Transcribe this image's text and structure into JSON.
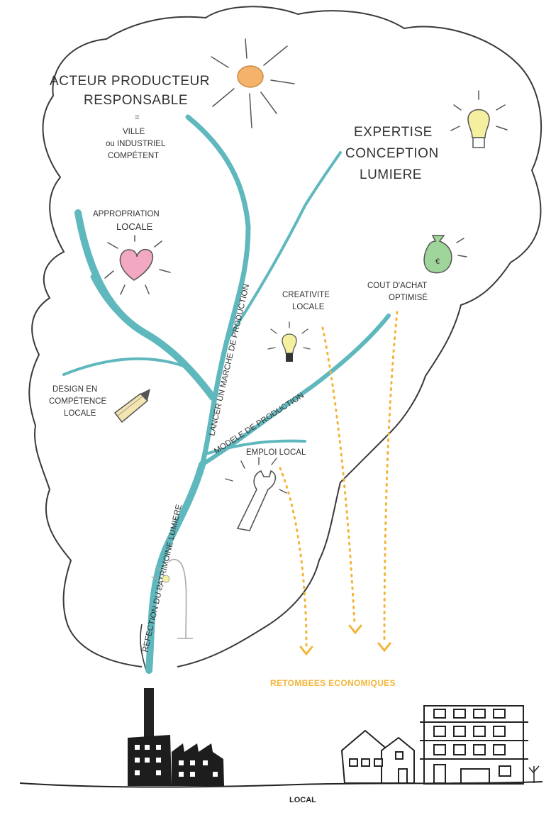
{
  "labels": {
    "acteur_l1": "ACTEUR PRODUCTEUR",
    "acteur_l2": "RESPONSABLE",
    "acteur_eq": "=",
    "ville_l1": "VILLE",
    "ville_l2": "ou INDUSTRIEL",
    "ville_l3": "COMPÉTENT",
    "expertise_l1": "EXPERTISE",
    "expertise_l2": "CONCEPTION",
    "expertise_l3": "LUMIERE",
    "appropriation_l1": "APPROPRIATION",
    "appropriation_l2": "LOCALE",
    "creativite_l1": "CREATIVITE",
    "creativite_l2": "LOCALE",
    "cout_l1": "COUT D'ACHAT",
    "cout_l2": "OPTIMISÉ",
    "design_l1": "DESIGN EN",
    "design_l2": "COMPÉTENCE",
    "design_l3": "LOCALE",
    "emploi": "EMPLOI LOCAL",
    "retombees": "RETOMBEES ECONOMIQUES",
    "local": "LOCAL"
  },
  "path_labels": {
    "lancer": "LANCER UN MARCHE DE PRODUCTION",
    "modele": "MODELE DE PRODUCTION",
    "refection": "REFECTION DU PATRIMOINE LUMIERE"
  },
  "colors": {
    "branch": "#5fb8bd",
    "arrow": "#f2b53a",
    "outline": "#3a3a3a",
    "sun": "#f4b26b",
    "heart": "#f2a7c3",
    "bag": "#9fd49a"
  },
  "icons": [
    "sun-icon",
    "lightbulb-icon",
    "heart-icon",
    "money-bag-icon",
    "pencil-icon",
    "wrench-icon",
    "street-lamp-icon",
    "factory-icon",
    "house-icon",
    "apartment-building-icon"
  ]
}
